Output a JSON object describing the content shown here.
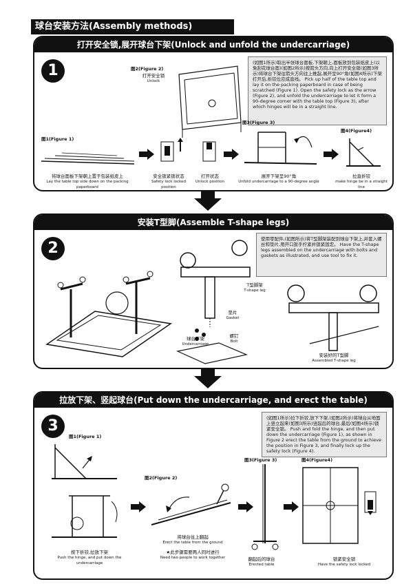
{
  "header": {
    "title": "球台安装方法(Assembly methods)"
  },
  "step1": {
    "number": "1",
    "title": "打开安全锁,展开球台下架(Unlock and unfold the undercarriage)",
    "note": "(如图1所示)取出半张球台面板,下架朝上,面板放到包装纸皮上(以免刮花球台面)(如图2所示)按箭头方向,向上打开安全锁(如图3所示)将球台下架往箭头方向往上推起,展开呈90°角(如图4所示)下架打开后,折铰位应成直线。 Pick up half of the table top and lay it on the packing paperboard in case of being scratched (Figure 1). Open the safety lock as the arrow (Figure 2), and unfold the undercarriage to let it form a 90-degree corner with the table top (Figure 3), after which hinges will be in a straight line.",
    "fig1": {
      "label": "图1(Figure 1)",
      "cap_cn": "将球台面板下架朝上置于包装纸皮上",
      "cap_en": "Lay the table top side down on the packing paperboard"
    },
    "fig2": {
      "label": "图2(Figure 2)",
      "title_cn": "打开安全锁",
      "title_en": "Unlock"
    },
    "lock_locked": {
      "cap_cn": "安全锁紧锁状态",
      "cap_en": "Safety lock locked position"
    },
    "lock_open": {
      "cap_cn": "打开状态",
      "cap_en": "Unlock position"
    },
    "fig3": {
      "label": "图3(Figure 3)",
      "cap_cn": "展开下架呈90°角",
      "cap_en": "Unfold undercarriage to a 90-degree angle"
    },
    "fig4": {
      "label": "图4(Figure4)",
      "cap_cn": "拉直折铰",
      "cap_en": "make hinge be in a straight line"
    }
  },
  "step2": {
    "number": "2",
    "title": "安装T型脚(Assemble T-shape legs)",
    "note": "使用零配件,(如图所示)将T型脚架装配到球台下架上,并套入螺丝和垫片,用开口扳手拧紧并锁紧固定。 Have the T-shape legs assembled on the undercarriage with bolts and gaskets as illustrated, and use tool to fix it.",
    "label_tleg_cn": "T型脚架",
    "label_tleg_en": "T-shape leg",
    "label_gasket_cn": "垫片",
    "label_gasket_en": "Gasket",
    "label_bolt_cn": "螺钉",
    "label_bolt_en": "Bolt",
    "label_under_cn": "球台下架",
    "label_under_en": "Undercarriage",
    "assembled_cn": "安装好的T型脚",
    "assembled_en": "Assembled T-shape leg"
  },
  "step3": {
    "number": "3",
    "title": "拉放下架、竖起球台(Put down the undercarriage, and erect the table)",
    "note": "(如图1所示)拉下折铰,放下下架,(如图2所示)将球台从地面上竖立起来(如图3所示)竖起后的球台,最后(如图4所示)锁紧安全锁。 Push and fold the hinge, and then put down the undercarriage (Figure 1), as shown in Figure 2 erect the table from the ground to achieve the position in Figure 3, and finally lock up the safety lock (Figure 4).",
    "fig1": {
      "label": "图1(Figure 1)",
      "cap_cn": "按下折铰,拉放下架",
      "cap_en": "Push the hinge, and put down the undercarriage"
    },
    "fig2": {
      "label": "图2(Figure 2)",
      "cap_cn": "将球台往上翻起",
      "cap_en": "Erect the table from the ground",
      "cap2_cn": "★此步骤需要两人同时进行",
      "cap2_en": "Need two people to work together"
    },
    "fig3": {
      "label": "图3(Figure 3)",
      "cap_cn": "翻起后的球台",
      "cap_en": "Erected table"
    },
    "fig4": {
      "label": "图4(Figure4)",
      "cap_cn": "锁紧安全锁",
      "cap_en": "Have the safety lock locked"
    }
  }
}
